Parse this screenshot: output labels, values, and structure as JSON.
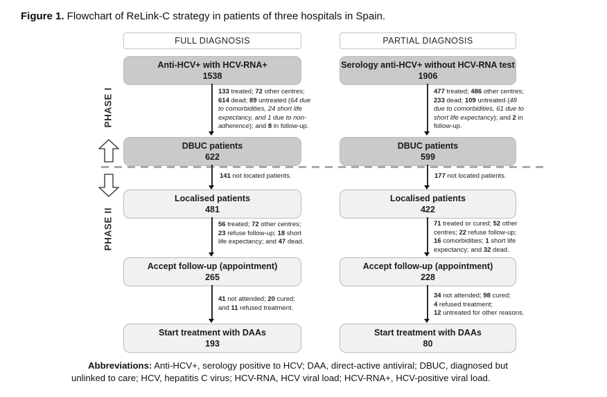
{
  "figure_title": [
    {
      "t": "Figure 1.",
      "s": "b"
    },
    {
      "t": " Flowchart of ReLink-C strategy in patients of three hospitals in Spain."
    }
  ],
  "phase_labels": {
    "phase1": "PHASE I",
    "phase2": "PHASE II"
  },
  "icons": {
    "phase_up": "up-block-arrow",
    "phase_down": "down-block-arrow"
  },
  "columns": [
    {
      "header": "FULL DIAGNOSIS",
      "boxes": {
        "source": {
          "label": "Anti-HCV+ with HCV-RNA+",
          "count": "1538"
        },
        "dbuc": {
          "label": "DBUC patients",
          "count": "622"
        },
        "localised": {
          "label": "Localised patients",
          "count": "481"
        },
        "accept": {
          "label": "Accept follow-up (appointment)",
          "count": "265"
        },
        "treatment": {
          "label": "Start treatment with DAAs",
          "count": "193"
        }
      },
      "annotations": {
        "phase1_outcomes": [
          {
            "t": "133",
            "s": "b"
          },
          {
            "t": " treated; "
          },
          {
            "t": "72",
            "s": "b"
          },
          {
            "t": " other centres;\n"
          },
          {
            "t": "614",
            "s": "b"
          },
          {
            "t": " dead; "
          },
          {
            "t": "89",
            "s": "b"
          },
          {
            "t": " untreated ("
          },
          {
            "t": "64 due\nto comorbidities, 24 short life\nexpectancy, and 1 due to non-\nadherence",
            "s": "i"
          },
          {
            "t": "); and "
          },
          {
            "t": "8",
            "s": "b"
          },
          {
            "t": " in follow-up."
          }
        ],
        "not_located": [
          {
            "t": "141",
            "s": "b"
          },
          {
            "t": " not located patients."
          }
        ],
        "localised_outcomes": [
          {
            "t": "56",
            "s": "b"
          },
          {
            "t": " treated; "
          },
          {
            "t": "72",
            "s": "b"
          },
          {
            "t": " other centres;\n"
          },
          {
            "t": "23",
            "s": "b"
          },
          {
            "t": " refuse follow-up; "
          },
          {
            "t": "18",
            "s": "b"
          },
          {
            "t": " short\nlife expectancy; and "
          },
          {
            "t": "47",
            "s": "b"
          },
          {
            "t": " dead."
          }
        ],
        "follow_up_outcomes": [
          {
            "t": "41",
            "s": "b"
          },
          {
            "t": " not attended; "
          },
          {
            "t": "20",
            "s": "b"
          },
          {
            "t": " cured;\nand "
          },
          {
            "t": "11",
            "s": "b"
          },
          {
            "t": " refused treatment."
          }
        ]
      }
    },
    {
      "header": "PARTIAL DIAGNOSIS",
      "boxes": {
        "source": {
          "label": "Serology anti-HCV+ without HCV-RNA test",
          "count": "1906"
        },
        "dbuc": {
          "label": "DBUC patients",
          "count": "599"
        },
        "localised": {
          "label": "Localised patients",
          "count": "422"
        },
        "accept": {
          "label": "Accept follow-up (appointment)",
          "count": "228"
        },
        "treatment": {
          "label": "Start treatment with DAAs",
          "count": "80"
        }
      },
      "annotations": {
        "phase1_outcomes": [
          {
            "t": "477",
            "s": "b"
          },
          {
            "t": " treated; "
          },
          {
            "t": "486",
            "s": "b"
          },
          {
            "t": " other centres;\n"
          },
          {
            "t": "233",
            "s": "b"
          },
          {
            "t": " dead; "
          },
          {
            "t": "109",
            "s": "b"
          },
          {
            "t": " untreated ("
          },
          {
            "t": "48\ndue to comorbidities, 61 due to\nshort life expectancy",
            "s": "i"
          },
          {
            "t": "); and "
          },
          {
            "t": "2",
            "s": "b"
          },
          {
            "t": " in\nfollow-up."
          }
        ],
        "not_located": [
          {
            "t": "177",
            "s": "b"
          },
          {
            "t": " not located patients."
          }
        ],
        "localised_outcomes": [
          {
            "t": "71",
            "s": "b"
          },
          {
            "t": " treated or cured; "
          },
          {
            "t": "52",
            "s": "b"
          },
          {
            "t": " other\ncentres; "
          },
          {
            "t": "22",
            "s": "b"
          },
          {
            "t": " refuse follow-up;\n"
          },
          {
            "t": "16",
            "s": "b"
          },
          {
            "t": " comorbidities; "
          },
          {
            "t": "1",
            "s": "b"
          },
          {
            "t": " short life\nexpectancy; and "
          },
          {
            "t": "32",
            "s": "b"
          },
          {
            "t": " dead."
          }
        ],
        "follow_up_outcomes": [
          {
            "t": "34",
            "s": "b"
          },
          {
            "t": " not attended; "
          },
          {
            "t": "98",
            "s": "b"
          },
          {
            "t": " cured;\n"
          },
          {
            "t": "4",
            "s": "b"
          },
          {
            "t": " refused treatment;\n"
          },
          {
            "t": "12",
            "s": "b"
          },
          {
            "t": " untreated for other reasons."
          }
        ]
      }
    }
  ],
  "footnote": [
    {
      "t": "Abbreviations:",
      "s": "b"
    },
    {
      "t": " Anti-HCV+, serology positive to HCV; DAA, direct-active antiviral; DBUC, diagnosed but\nunlinked to care; HCV, hepatitis C virus; HCV-RNA, HCV viral load; HCV-RNA+, HCV-positive viral load."
    }
  ],
  "colors": {
    "box_dark": "#cacaca",
    "box_light": "#f1f1f0",
    "divider_dash": "#a9a9a9",
    "arrow": "#111111",
    "header_border": "#c4c4c4"
  }
}
